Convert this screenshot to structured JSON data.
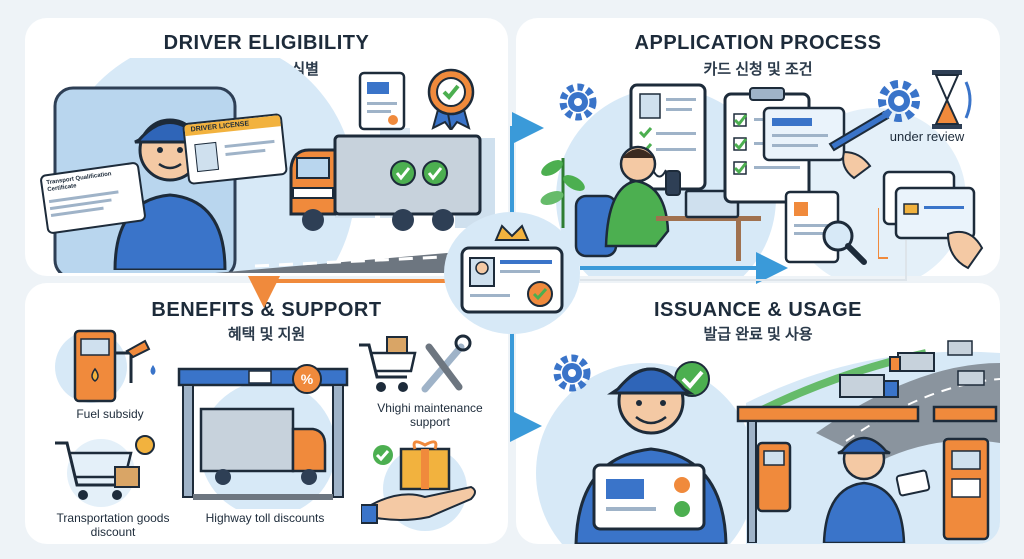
{
  "driver": {
    "title": "DRIVER ELIGIBILITY",
    "subtitle": "화물 운전자 식별",
    "license_label": "DRIVER LICENSE",
    "certificate_label": "Transport Qualification Certificate"
  },
  "application": {
    "title": "APPLICATION PROCESS",
    "subtitle": "카드 신청 및 조건",
    "review_label": "under review"
  },
  "benefits": {
    "title": "BENEFITS & SUPPORT",
    "subtitle": "혜택 및 지원",
    "fuel_label": "Fuel subsidy",
    "maintenance_label": "Vhighi maintenance support",
    "transport_label": "Transportation goods discount",
    "toll_label": "Highway toll discounts"
  },
  "issuance": {
    "title": "ISSUANCE & USAGE",
    "subtitle": "발급 완료 및 사용"
  },
  "colors": {
    "blue": "#3a74c9",
    "orange": "#f08a3c",
    "green": "#4caf50",
    "navy": "#1d2b3a"
  }
}
